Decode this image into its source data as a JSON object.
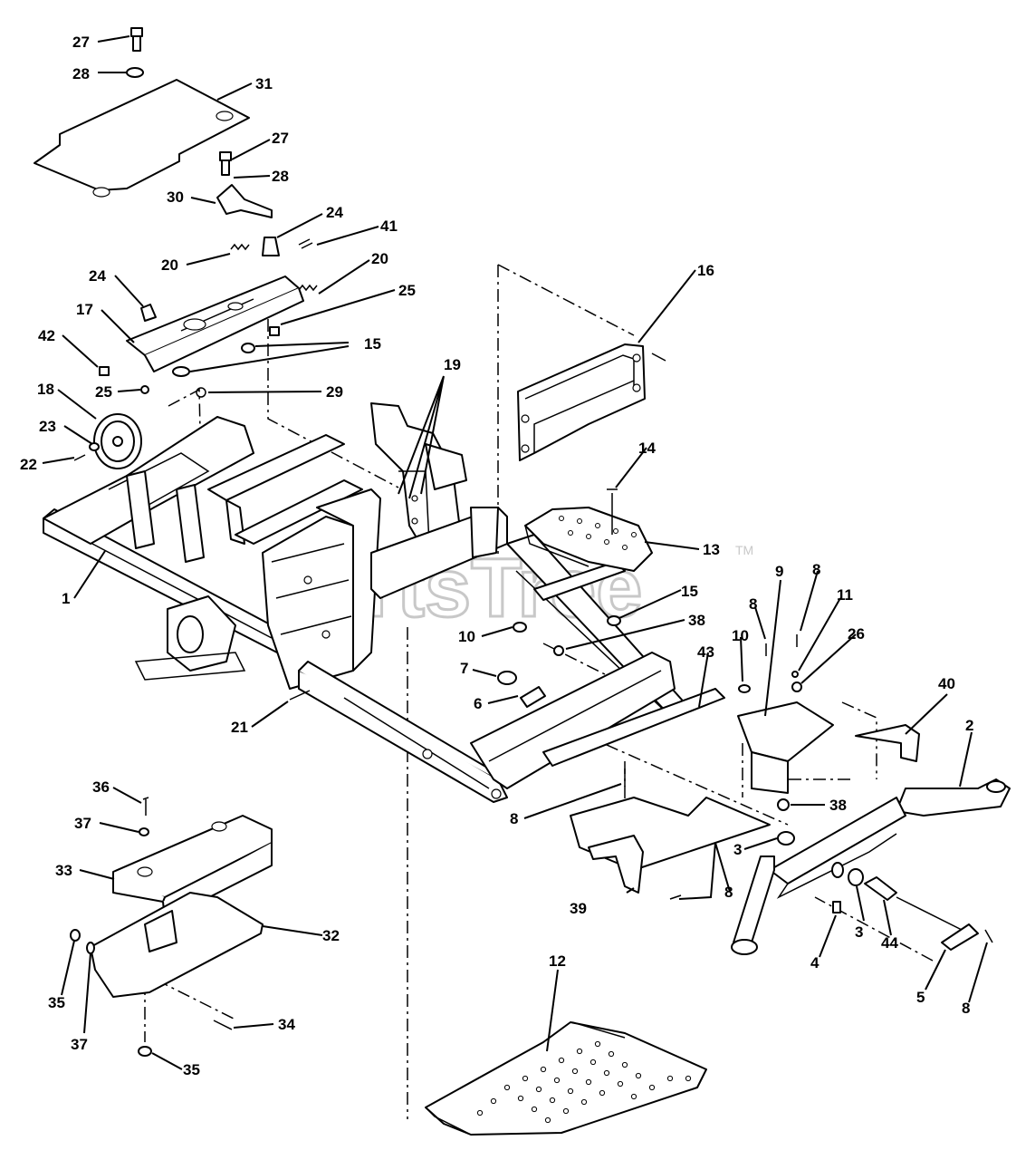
{
  "watermark": {
    "text": "PartsTree",
    "trademark": "TM"
  },
  "callouts": [
    {
      "id": "c27a",
      "label": "27"
    },
    {
      "id": "c28a",
      "label": "28"
    },
    {
      "id": "c31",
      "label": "31"
    },
    {
      "id": "c27b",
      "label": "27"
    },
    {
      "id": "c28b",
      "label": "28"
    },
    {
      "id": "c30",
      "label": "30"
    },
    {
      "id": "c24a",
      "label": "24"
    },
    {
      "id": "c41",
      "label": "41"
    },
    {
      "id": "c20a",
      "label": "20"
    },
    {
      "id": "c20b",
      "label": "20"
    },
    {
      "id": "c24b",
      "label": "24"
    },
    {
      "id": "c17",
      "label": "17"
    },
    {
      "id": "c25a",
      "label": "25"
    },
    {
      "id": "c42",
      "label": "42"
    },
    {
      "id": "c15a",
      "label": "15"
    },
    {
      "id": "c25b",
      "label": "25"
    },
    {
      "id": "c29",
      "label": "29"
    },
    {
      "id": "c18",
      "label": "18"
    },
    {
      "id": "c23",
      "label": "23"
    },
    {
      "id": "c22",
      "label": "22"
    },
    {
      "id": "c19",
      "label": "19"
    },
    {
      "id": "c16",
      "label": "16"
    },
    {
      "id": "c14",
      "label": "14"
    },
    {
      "id": "c13",
      "label": "13"
    },
    {
      "id": "c1",
      "label": "1"
    },
    {
      "id": "c9",
      "label": "9"
    },
    {
      "id": "c8a",
      "label": "8"
    },
    {
      "id": "c11",
      "label": "11"
    },
    {
      "id": "c8b",
      "label": "8"
    },
    {
      "id": "c15b",
      "label": "15"
    },
    {
      "id": "c10a",
      "label": "10"
    },
    {
      "id": "c38a",
      "label": "38"
    },
    {
      "id": "c43",
      "label": "43"
    },
    {
      "id": "c10b",
      "label": "10"
    },
    {
      "id": "c26",
      "label": "26"
    },
    {
      "id": "c40",
      "label": "40"
    },
    {
      "id": "c7",
      "label": "7"
    },
    {
      "id": "c6",
      "label": "6"
    },
    {
      "id": "c21",
      "label": "21"
    },
    {
      "id": "c2",
      "label": "2"
    },
    {
      "id": "c38b",
      "label": "38"
    },
    {
      "id": "c36",
      "label": "36"
    },
    {
      "id": "c37a",
      "label": "37"
    },
    {
      "id": "c8c",
      "label": "8"
    },
    {
      "id": "c3a",
      "label": "3"
    },
    {
      "id": "c33",
      "label": "33"
    },
    {
      "id": "c39",
      "label": "39"
    },
    {
      "id": "c8d",
      "label": "8"
    },
    {
      "id": "c32",
      "label": "32"
    },
    {
      "id": "c3b",
      "label": "3"
    },
    {
      "id": "c44",
      "label": "44"
    },
    {
      "id": "c4",
      "label": "4"
    },
    {
      "id": "c35a",
      "label": "35"
    },
    {
      "id": "c37b",
      "label": "37"
    },
    {
      "id": "c34",
      "label": "34"
    },
    {
      "id": "c5",
      "label": "5"
    },
    {
      "id": "c8e",
      "label": "8"
    },
    {
      "id": "c35b",
      "label": "35"
    },
    {
      "id": "c12",
      "label": "12"
    }
  ]
}
